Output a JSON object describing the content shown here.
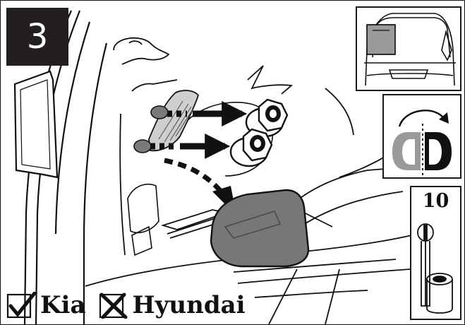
{
  "step": {
    "number": "3"
  },
  "tool": {
    "size": "10"
  },
  "brands": {
    "compatible": "Kia",
    "incompatible": "Hyundai"
  },
  "icons": {
    "check": "checkmark-icon",
    "cross": "cross-icon",
    "rotation": "rotate-clockwise-icon",
    "tool": "socket-wrench-icon"
  },
  "colors": {
    "ink": "#111111",
    "badge": "#231f20",
    "part_gray": "#777777",
    "bg": "#ffffff"
  }
}
